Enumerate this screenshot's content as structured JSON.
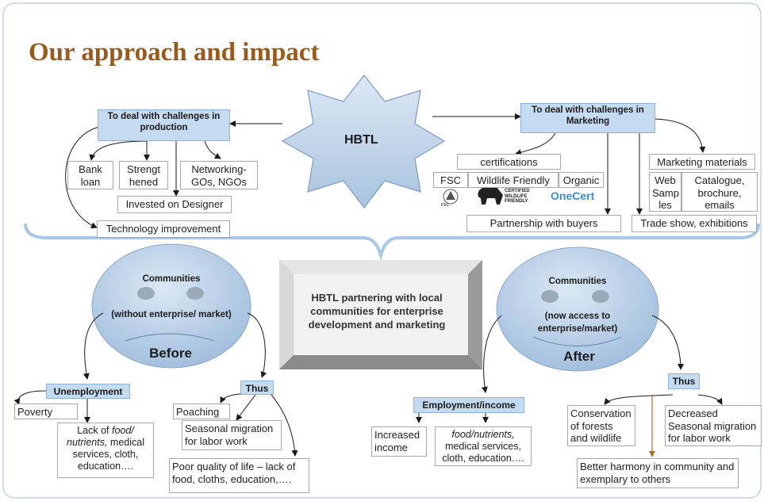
{
  "title": "Our approach and impact",
  "hub": "HBTL",
  "production": {
    "header": "To deal with challenges in production",
    "bank_loan": "Bank loan",
    "strengthened": "Strengt hened HR",
    "networking": "Networking- GOs, NGOs",
    "designer": "Invested on Designer",
    "technology": "Technology improvement"
  },
  "marketing": {
    "header": "To deal with challenges in Marketing",
    "certifications": "certifications",
    "fsc": "FSC",
    "wildlife": "Wildlife Friendly",
    "organic": "Organic",
    "buyers": "Partnership with buyers",
    "materials": "Marketing materials",
    "web_samples": "Web Samp les",
    "catalogue": "Catalogue, brochure, emails",
    "trade_show": "Trade show, exhibitions"
  },
  "logos": {
    "fsc_logo": "FSC",
    "wildlife_logo": "CERTIFIED WILDLIFE FRIENDLY",
    "onecert_logo": "OneCert"
  },
  "center": "HBTL partnering with local communities for enterprise development and marketing",
  "before": {
    "face_title": "Communities",
    "face_sub": "(without enterprise/ market)",
    "label": "Before",
    "unemployment": "Unemployment",
    "poverty": "Poverty",
    "lack_prefix": "Lack of ",
    "lack_em": "food/ nutrients,",
    "lack_rest": " medical services, cloth, education….",
    "thus": "Thus",
    "poaching": "Poaching",
    "seasonal": "Seasonal migration for labor work",
    "poor_quality": "Poor quality of life – lack of food, cloths, education,…."
  },
  "after": {
    "face_title": "Communities",
    "face_sub": "(now access to enterprise/market)",
    "label": "After",
    "employment": "Employment/income",
    "increased": "Increased income",
    "food_em": "food/nutrients,",
    "food_rest": " medical services, cloth, education….",
    "thus": "Thus",
    "conservation": "Conservation of forests and wildlife",
    "decreased": "Decreased Seasonal migration for labor work",
    "harmony": "Better harmony in community and exemplary to others"
  },
  "colors": {
    "title": "#9a5a1e",
    "blue_box": "#c5dbf1",
    "face": "#b5cde6",
    "star": "#c0d4ea",
    "arrow_brown": "#b36b2a"
  }
}
